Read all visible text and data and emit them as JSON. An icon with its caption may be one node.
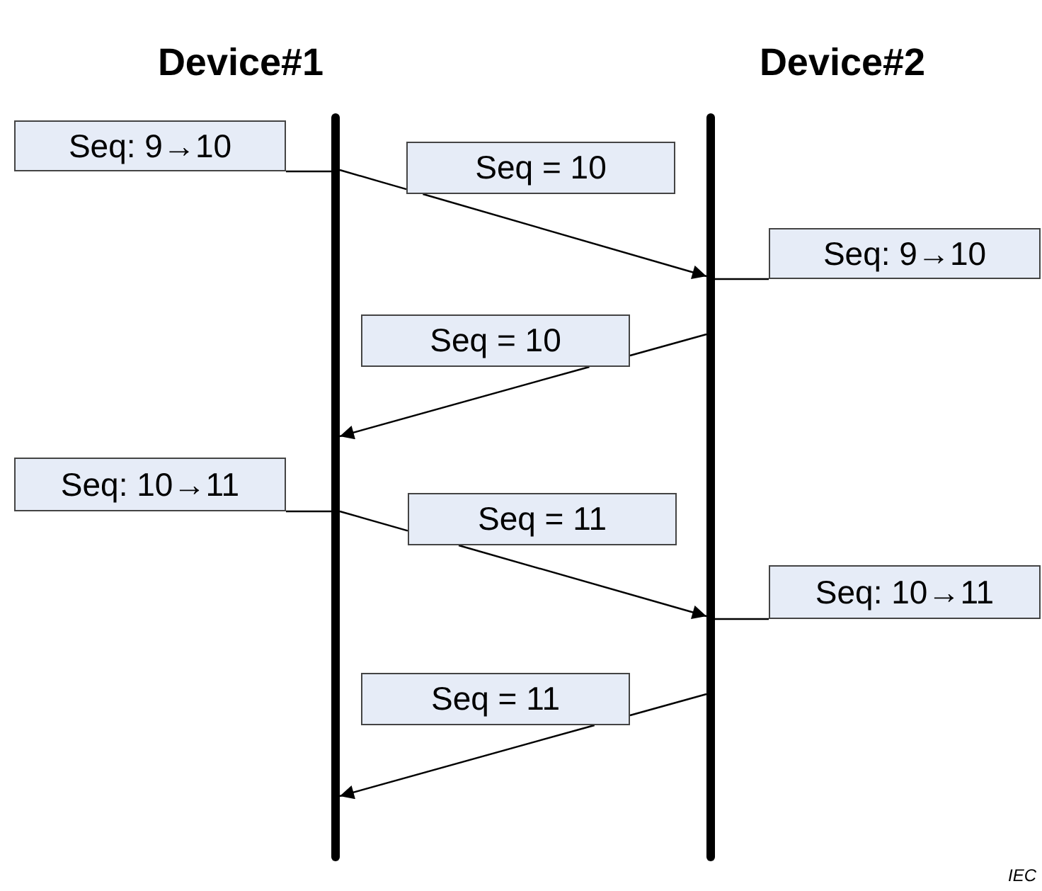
{
  "diagram": {
    "nodes": [
      {
        "text": [
          "Device#1"
        ]
      },
      {
        "text": [
          "Device#2"
        ]
      },
      {
        "text": [
          "Seq: 9→10"
        ]
      },
      {
        "text": [
          "Seq: 9→10"
        ]
      },
      {
        "text": [
          "Seq: 10→11"
        ]
      },
      {
        "text": [
          "Seq: 10→11"
        ]
      },
      {
        "text": [
          "Seq = 10"
        ]
      },
      {
        "text": [
          "Seq = 10"
        ]
      },
      {
        "text": [
          "Seq = 11"
        ]
      },
      {
        "text": [
          "Seq = 11"
        ]
      }
    ],
    "edges": [
      {
        "from": 0,
        "to": 6,
        "arrow": "none"
      },
      {
        "from": 6,
        "to": 1,
        "arrow": "to"
      },
      {
        "from": 2,
        "to": 0,
        "arrow": "none"
      },
      {
        "from": 3,
        "to": 1,
        "arrow": "none"
      },
      {
        "from": 1,
        "to": 7,
        "arrow": "none"
      },
      {
        "from": 7,
        "to": 0,
        "arrow": "to"
      },
      {
        "from": 0,
        "to": 8,
        "arrow": "none"
      },
      {
        "from": 8,
        "to": 1,
        "arrow": "to"
      },
      {
        "from": 4,
        "to": 0,
        "arrow": "none"
      },
      {
        "from": 5,
        "to": 1,
        "arrow": "none"
      },
      {
        "from": 1,
        "to": 9,
        "arrow": "none"
      },
      {
        "from": 9,
        "to": 0,
        "arrow": "to"
      }
    ],
    "labels": [
      "IEC"
    ]
  }
}
